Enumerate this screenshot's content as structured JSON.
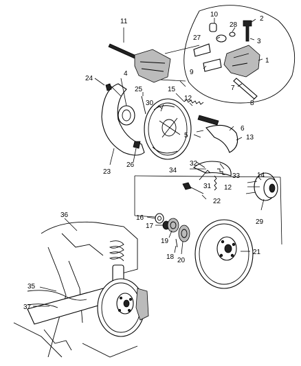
{
  "callouts": [
    {
      "id": "c1",
      "text": "1"
    },
    {
      "id": "c2",
      "text": "2"
    },
    {
      "id": "c3",
      "text": "3"
    },
    {
      "id": "c4",
      "text": "4"
    },
    {
      "id": "c5",
      "text": "5"
    },
    {
      "id": "c6",
      "text": "6"
    },
    {
      "id": "c7",
      "text": "7"
    },
    {
      "id": "c8",
      "text": "8"
    },
    {
      "id": "c9",
      "text": "9"
    },
    {
      "id": "c10",
      "text": "10"
    },
    {
      "id": "c11",
      "text": "11"
    },
    {
      "id": "c12a",
      "text": "12"
    },
    {
      "id": "c12b",
      "text": "12"
    },
    {
      "id": "c13",
      "text": "13"
    },
    {
      "id": "c14",
      "text": "14"
    },
    {
      "id": "c15",
      "text": "15"
    },
    {
      "id": "c16",
      "text": "16"
    },
    {
      "id": "c17",
      "text": "17"
    },
    {
      "id": "c18",
      "text": "18"
    },
    {
      "id": "c19",
      "text": "19"
    },
    {
      "id": "c20",
      "text": "20"
    },
    {
      "id": "c21",
      "text": "21"
    },
    {
      "id": "c22",
      "text": "22"
    },
    {
      "id": "c23",
      "text": "23"
    },
    {
      "id": "c24",
      "text": "24"
    },
    {
      "id": "c25",
      "text": "25"
    },
    {
      "id": "c26",
      "text": "26"
    },
    {
      "id": "c27",
      "text": "27"
    },
    {
      "id": "c28",
      "text": "28"
    },
    {
      "id": "c29",
      "text": "29"
    },
    {
      "id": "c30",
      "text": "30"
    },
    {
      "id": "c31",
      "text": "31"
    },
    {
      "id": "c32",
      "text": "32"
    },
    {
      "id": "c33",
      "text": "33"
    },
    {
      "id": "c34",
      "text": "34"
    },
    {
      "id": "c35",
      "text": "35"
    },
    {
      "id": "c36",
      "text": "36"
    },
    {
      "id": "c37",
      "text": "37"
    }
  ]
}
